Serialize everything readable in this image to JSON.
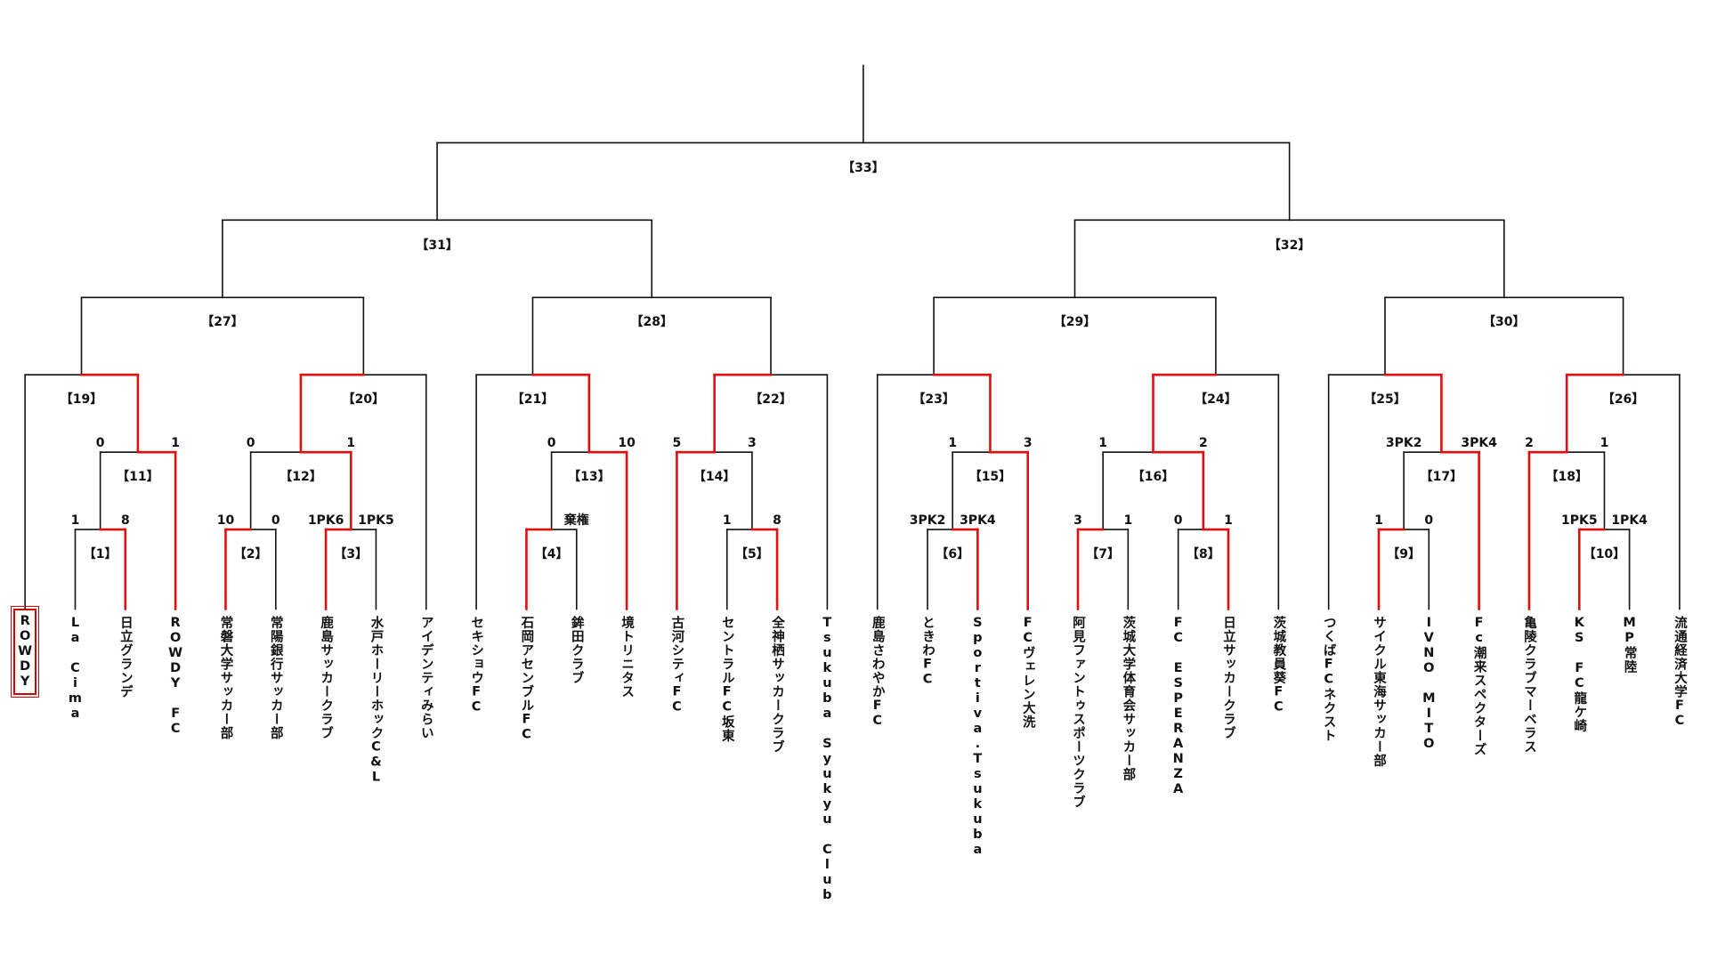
{
  "teams": [
    "ROWDY",
    "La Cima",
    "日立グランデ",
    "ROWDY FC",
    "常磐大学サッカー部",
    "常陽銀行サッカー部",
    "鹿島サッカークラブ",
    "水戸ホーリーホックC&L",
    "アイデンティみらい",
    "セキショウFC",
    "石岡アセンブルFC",
    "鉾田クラブ",
    "境トリニタス",
    "古河シティFC",
    "セントラルFC坂東",
    "全神栖サッカークラブ",
    "Tsukuba Syukyu Club",
    "鹿島さわやかFC",
    "ときわFC",
    "Sportiva.Tsukuba",
    "FCヴェレン大洗",
    "阿見ファントゥスポーツクラブ",
    "茨城大学体育会サッカー部",
    "FC ESPERANZA",
    "日立サッカークラブ",
    "茨城教員葵FC",
    "つくばFCネクスト",
    "サイクル東海サッカー部",
    "IVNO MITO",
    "Fc潮来スペクターズ",
    "亀陵クラブマーベラス",
    "KS FC龍ケ崎",
    "MP常陸",
    "流通経済大学FC"
  ],
  "matches": [
    {
      "label": "【1】",
      "scores": [
        "1",
        "8"
      ],
      "winner": "right"
    },
    {
      "label": "【2】",
      "scores": [
        "10",
        "0"
      ],
      "winner": "left"
    },
    {
      "label": "【3】",
      "scores": [
        "1PK6",
        "1PK5"
      ],
      "winner": "left"
    },
    {
      "label": "【4】",
      "scores": [
        "",
        "棄権"
      ],
      "winner": "left"
    },
    {
      "label": "【5】",
      "scores": [
        "1",
        "8"
      ],
      "winner": "right"
    },
    {
      "label": "【6】",
      "scores": [
        "3PK2",
        "3PK4"
      ],
      "winner": "right"
    },
    {
      "label": "【7】",
      "scores": [
        "3",
        "1"
      ],
      "winner": "left"
    },
    {
      "label": "【8】",
      "scores": [
        "0",
        "1"
      ],
      "winner": "right"
    },
    {
      "label": "【9】",
      "scores": [
        "1",
        "0"
      ],
      "winner": "left"
    },
    {
      "label": "【10】",
      "scores": [
        "1PK5",
        "1PK4"
      ],
      "winner": "left"
    },
    {
      "label": "【11】",
      "scores": [
        "0",
        "1"
      ],
      "winner": "right"
    },
    {
      "label": "【12】",
      "scores": [
        "0",
        "1"
      ],
      "winner": "right"
    },
    {
      "label": "【13】",
      "scores": [
        "0",
        "10"
      ],
      "winner": "right"
    },
    {
      "label": "【14】",
      "scores": [
        "5",
        "3"
      ],
      "winner": "left"
    },
    {
      "label": "【15】",
      "scores": [
        "1",
        "3"
      ],
      "winner": "right"
    },
    {
      "label": "【16】",
      "scores": [
        "1",
        "2"
      ],
      "winner": "right"
    },
    {
      "label": "【17】",
      "scores": [
        "3PK2",
        "3PK4"
      ],
      "winner": "right"
    },
    {
      "label": "【18】",
      "scores": [
        "2",
        "1"
      ],
      "winner": "left"
    },
    {
      "label": "【19】",
      "scores": [
        "",
        ""
      ],
      "winner": "right"
    },
    {
      "label": "【20】",
      "scores": [
        "",
        ""
      ],
      "winner": "left"
    },
    {
      "label": "【21】",
      "scores": [
        "",
        ""
      ],
      "winner": "right"
    },
    {
      "label": "【22】",
      "scores": [
        "",
        ""
      ],
      "winner": "left"
    },
    {
      "label": "【23】",
      "scores": [
        "",
        ""
      ],
      "winner": "right"
    },
    {
      "label": "【24】",
      "scores": [
        "",
        ""
      ],
      "winner": "left"
    },
    {
      "label": "【25】",
      "scores": [
        "",
        ""
      ],
      "winner": "right"
    },
    {
      "label": "【26】",
      "scores": [
        "",
        ""
      ],
      "winner": "left"
    },
    {
      "label": "【27】",
      "scores": [
        "",
        ""
      ],
      "winner": "none"
    },
    {
      "label": "【28】",
      "scores": [
        "",
        ""
      ],
      "winner": "none"
    },
    {
      "label": "【29】",
      "scores": [
        "",
        ""
      ],
      "winner": "none"
    },
    {
      "label": "【30】",
      "scores": [
        "",
        ""
      ],
      "winner": "none"
    },
    {
      "label": "【31】",
      "scores": [
        "",
        ""
      ],
      "winner": "none"
    },
    {
      "label": "【32】",
      "scores": [
        "",
        ""
      ],
      "winner": "none"
    },
    {
      "label": "【33】",
      "scores": [
        "",
        ""
      ],
      "winner": "none"
    }
  ],
  "colors": {
    "line": "#111111",
    "winner": "#e01010",
    "champion_border": "#d40000"
  }
}
